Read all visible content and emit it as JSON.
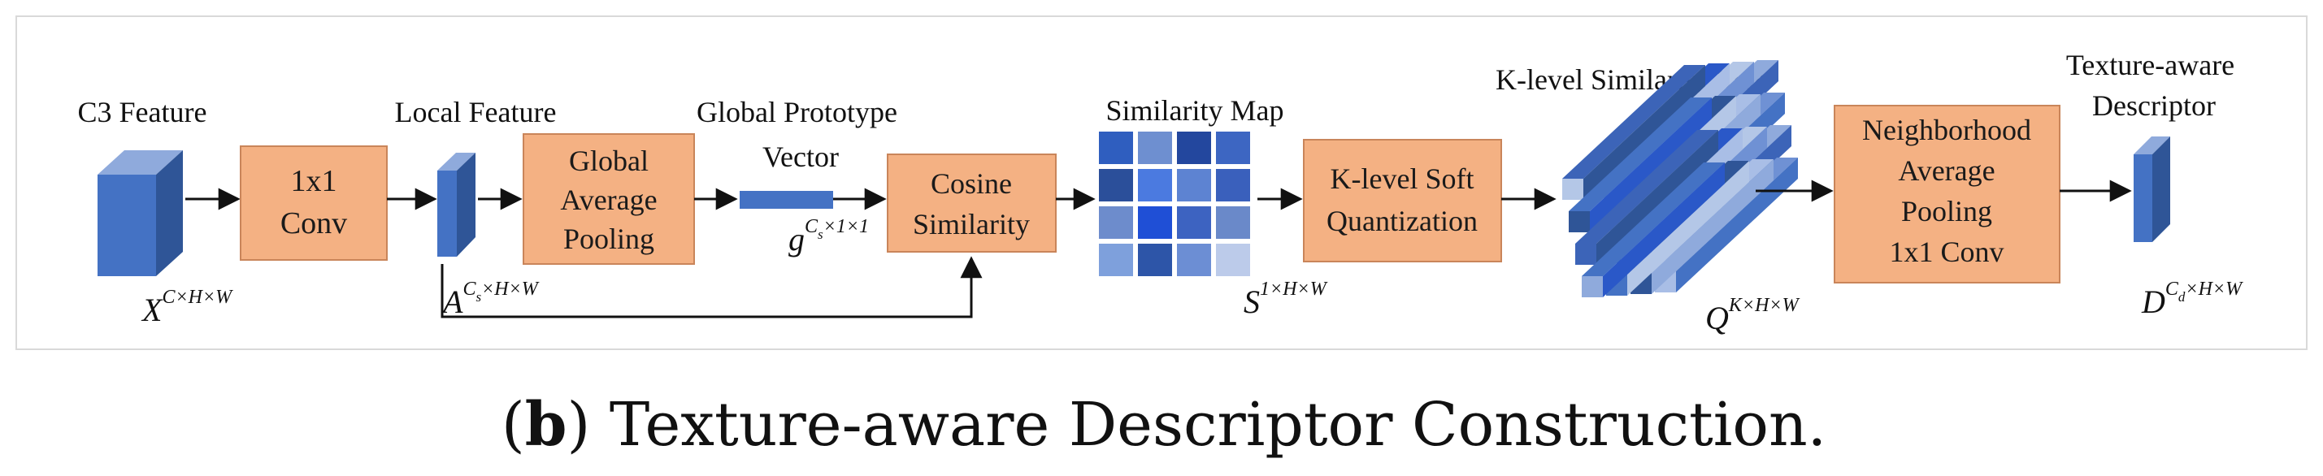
{
  "diagram": {
    "feature_labels": {
      "c3": "C3 Feature",
      "local": "Local Feature",
      "global_proto": "Global Prototype Vector",
      "sim_map": "Similarity Map",
      "klevel_map": "K-level Similarity Map",
      "descriptor": "Texture-aware Descriptor"
    },
    "boxes": {
      "conv": "1x1 Conv",
      "gap": "Global Average Pooling",
      "cos": "Cosine Similarity",
      "kq": "K-level Soft Quantization",
      "nap": "Neighborhood Average Pooling 1x1 Conv"
    },
    "math": {
      "X": {
        "base": "X",
        "sup": "C×H×W"
      },
      "A": {
        "base": "A",
        "sup_base": "C",
        "sup_sub": "s",
        "sup_rest": "×H×W"
      },
      "g": {
        "base": "g",
        "sup_base": "C",
        "sup_sub": "s",
        "sup_rest": "×1×1"
      },
      "S": {
        "base": "S",
        "sup": "1×H×W"
      },
      "Q": {
        "base": "Q",
        "sup": "K×H×W"
      },
      "D": {
        "base": "D",
        "sup_base": "C",
        "sup_sub": "d",
        "sup_rest": "×H×W"
      }
    },
    "caption": {
      "bold": "b",
      "text": "Texture-aware Descriptor Construction."
    },
    "colors": {
      "box_fill": "#F4B183",
      "box_stroke": "#C9855A",
      "cube_front": "#4472C4",
      "cube_top": "#8FAADC",
      "cube_side": "#2F5597"
    },
    "similarity_grid": [
      [
        "#2F5EBF",
        "#6E8FD0",
        "#23479E",
        "#3D66C2"
      ],
      [
        "#2B4F9A",
        "#4B7AE0",
        "#5D83D2",
        "#3A60BC"
      ],
      [
        "#6D8CCC",
        "#1F4FD6",
        "#3D63C1",
        "#6A89C9"
      ],
      [
        "#7EA0DC",
        "#2D55A8",
        "#6C8ED4",
        "#BCCBEA"
      ]
    ]
  }
}
